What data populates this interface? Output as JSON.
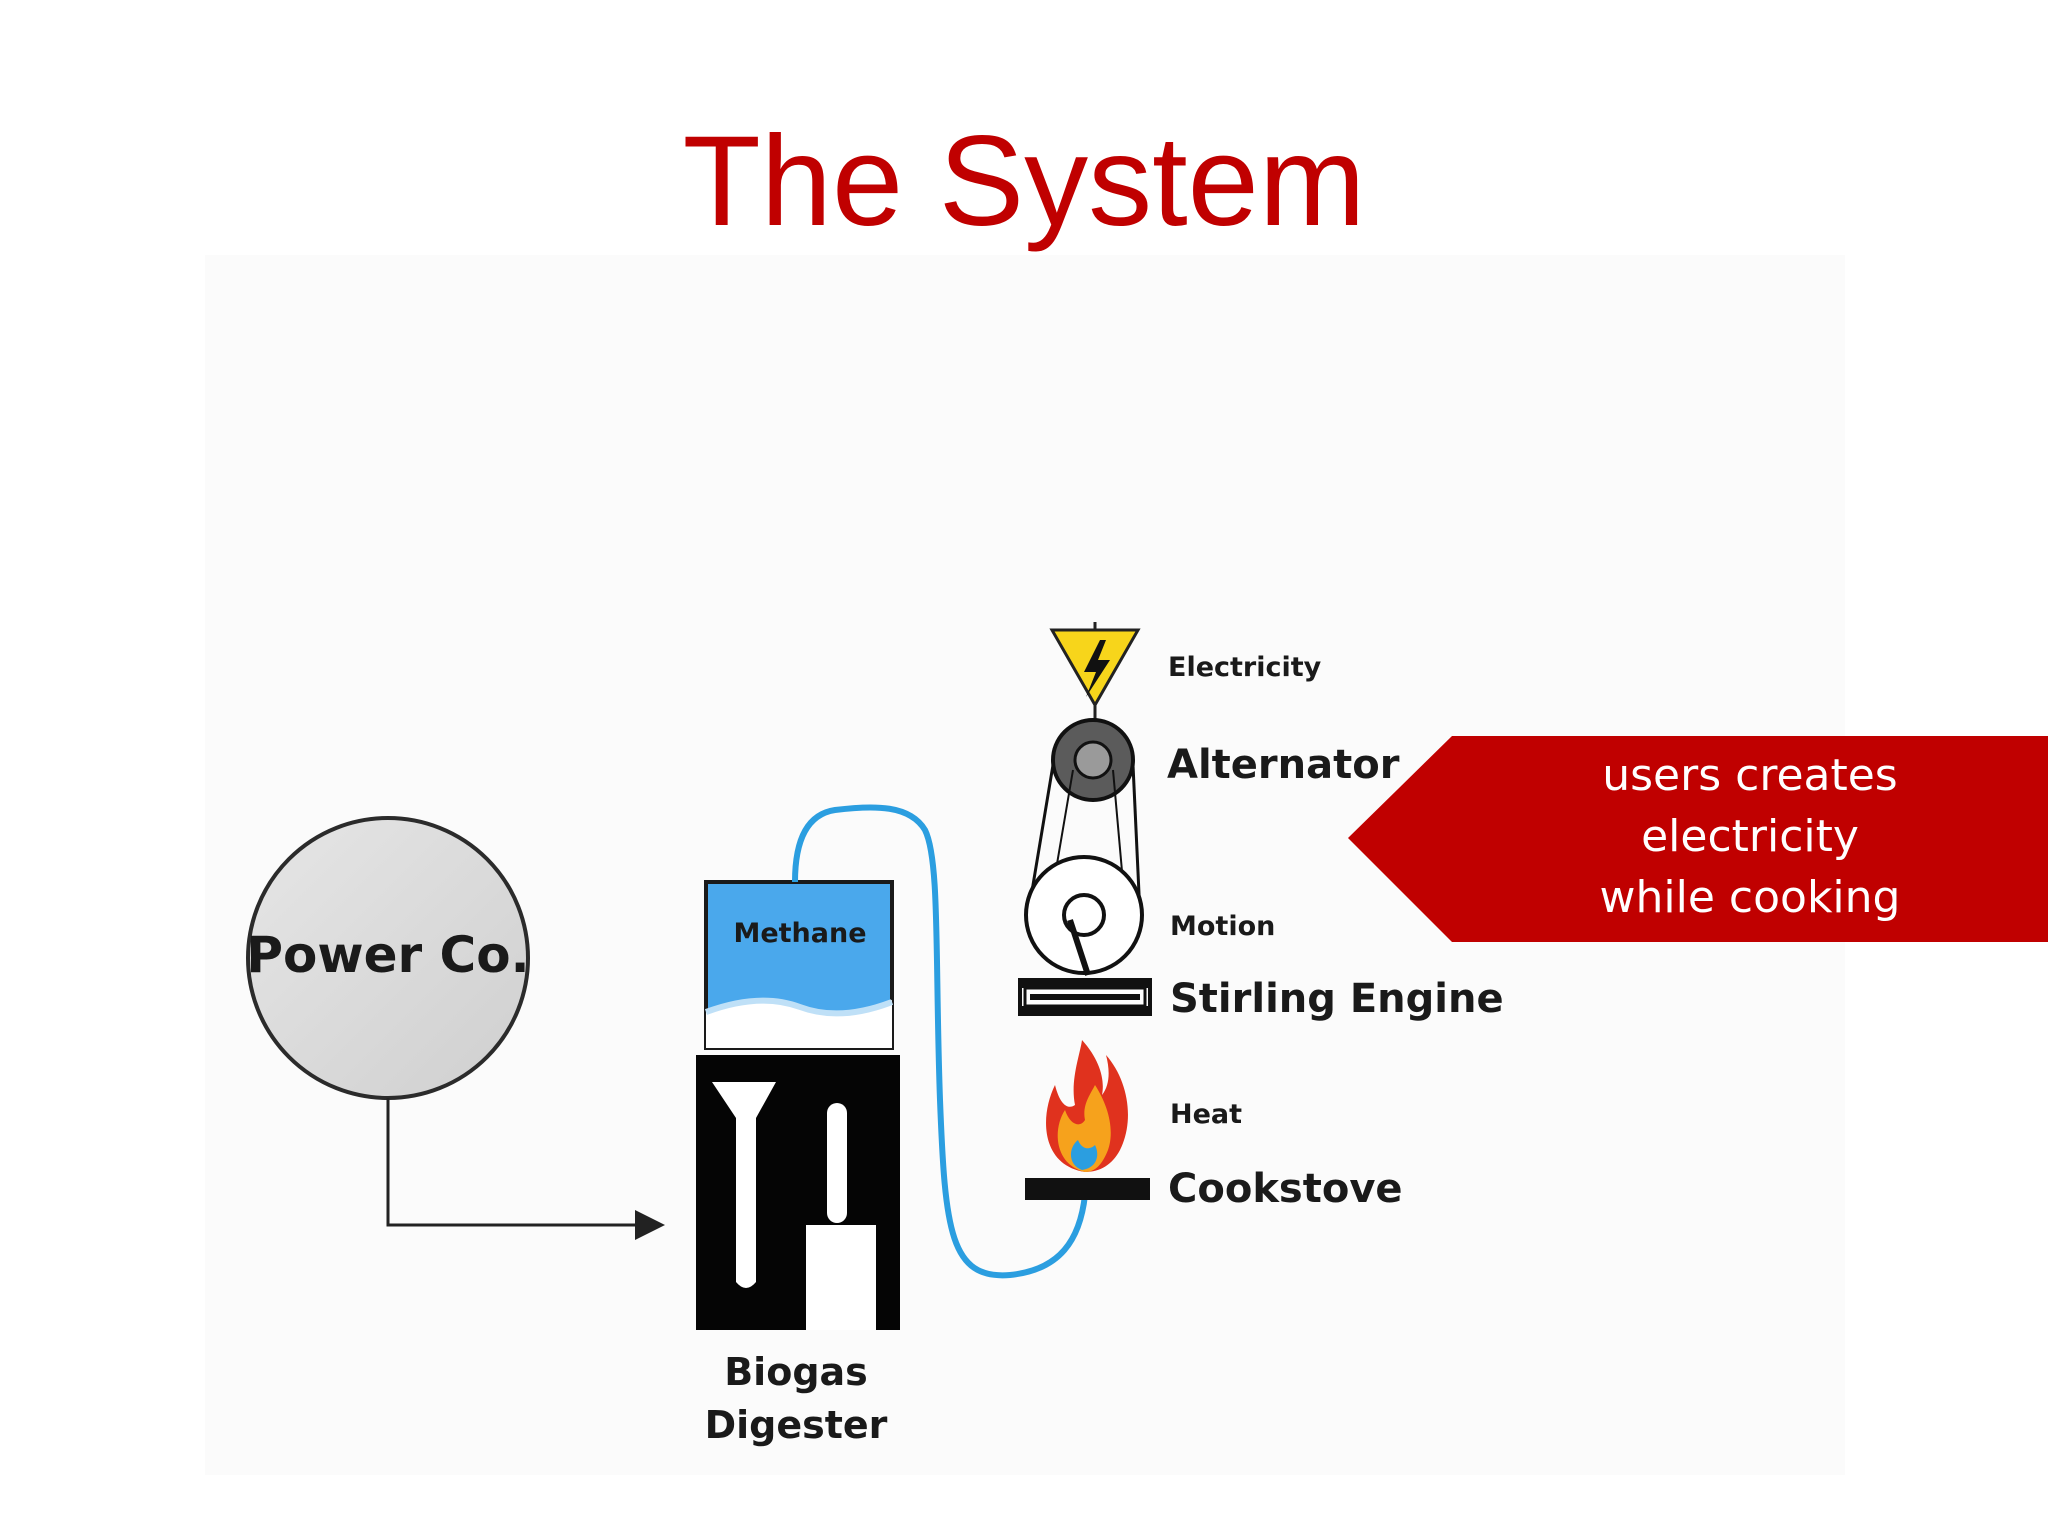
{
  "slide": {
    "title": "The System",
    "colors": {
      "title": "#c00000",
      "callout": "#c00000",
      "pipe": "#2b9ee0",
      "methane": "#4aa8ec"
    }
  },
  "diagram": {
    "power_co": "Power Co.",
    "methane": "Methane",
    "digester_line1": "Biogas",
    "digester_line2": "Digester",
    "electricity": "Electricity",
    "alternator": "Alternator",
    "motion": "Motion",
    "stirling_engine": "Stirling Engine",
    "heat": "Heat",
    "cookstove": "Cookstove",
    "icons": [
      "high-voltage-icon",
      "flame-icon"
    ]
  },
  "callout": {
    "lines": [
      "users creates",
      "electricity",
      "while cooking"
    ]
  }
}
